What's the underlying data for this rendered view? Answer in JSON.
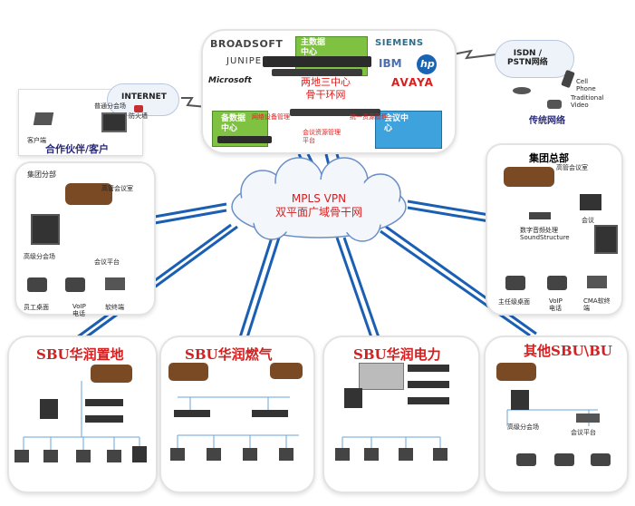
{
  "core": {
    "title_line1": "两地三中心",
    "title_line2": "骨干环网",
    "main_dc": "主数据\n中心",
    "backup_dc": "备数据\n中心",
    "control_center": "会议中\n心",
    "label_network_mgmt": "网络设备管理",
    "label_unified_mgmt": "统一资源管理",
    "label_conf_platform": "会议资源管理\n平台",
    "vendors": [
      "BROADSOFT",
      "JUNIPER",
      "Microsoft",
      "SIEMENS",
      "IBM",
      "hp",
      "AVAYA"
    ]
  },
  "partner": {
    "internet": "INTERNET",
    "title": "合作伙伴/客户",
    "client": "客户端",
    "standard_terminal": "普通分会场",
    "firewall": "防火墙"
  },
  "legacy": {
    "isdn_label": "ISDN /\nPSTN网络",
    "cell_phone": "Cell\nPhone",
    "traditional_video": "Traditional\nVideo",
    "title": "传统网络"
  },
  "mpls": {
    "line1": "MPLS VPN",
    "line2": "双平面广域骨干网"
  },
  "branch": {
    "title": "集团分部",
    "immersive": "高管会议室",
    "hd_room": "高级分会场",
    "conf_platform": "会议平台",
    "employee_desk": "员工桌面",
    "voip": "VoIP\n电话",
    "soft_client": "软终端"
  },
  "hq": {
    "title": "集团总部",
    "immersive": "高管会议室",
    "room": "会议",
    "sound": "数字音频处理\nSoundStructure",
    "exec_desk": "主任级桌面",
    "voip": "VoIP\n电话",
    "cma": "CMA软终\n端"
  },
  "sbus": {
    "land": "SBU华润置地",
    "gas": "SBU华润燃气",
    "power": "SBU华润电力",
    "other": "其他SBU\\BU",
    "other_hd": "高级分会场",
    "other_platform": "会议平台"
  },
  "colors": {
    "link_blue": "#1a5fb4",
    "sbu_red": "#d42020",
    "green_dc": "#7fc241",
    "blue_dc": "#3ea3dc"
  }
}
